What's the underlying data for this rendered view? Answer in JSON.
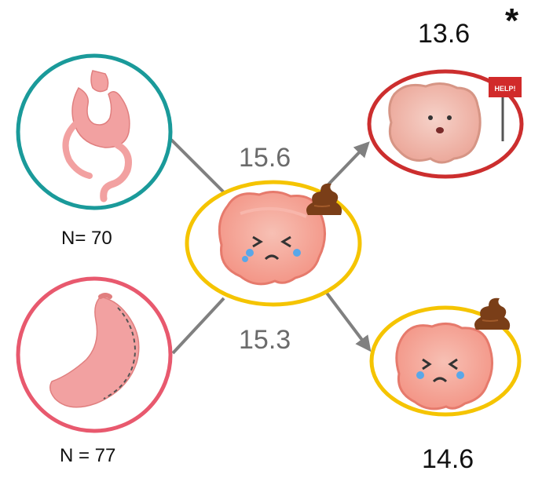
{
  "colors": {
    "bypass_ring": "#1a9a9a",
    "sleeve_ring": "#e8596e",
    "constipated_ring": "#f5c400",
    "worse_ring": "#cc2e2e",
    "arrow": "#808080",
    "organ_pink": "#f08a8a",
    "stomach_pink": "#f2a1a1",
    "poop": "#7a3e18",
    "sign_red": "#d12a2a"
  },
  "groups": {
    "bypass": {
      "n_label": "N= 70",
      "icon": "gastric-bypass-stomach-icon"
    },
    "sleeve": {
      "n_label": "N = 77",
      "icon": "sleeve-gastrectomy-stomach-icon"
    }
  },
  "baseline": {
    "icon": "crying-colon-icon",
    "poop_icon": "poop-icon",
    "bypass_score": "15.6",
    "sleeve_score": "15.3"
  },
  "outcomes": {
    "bypass": {
      "score": "13.6",
      "significance": "*",
      "icon": "worried-colon-help-sign-icon",
      "sign_text": "HELP!"
    },
    "sleeve": {
      "score": "14.6",
      "icon": "crying-colon-icon",
      "poop_icon": "poop-icon"
    }
  }
}
